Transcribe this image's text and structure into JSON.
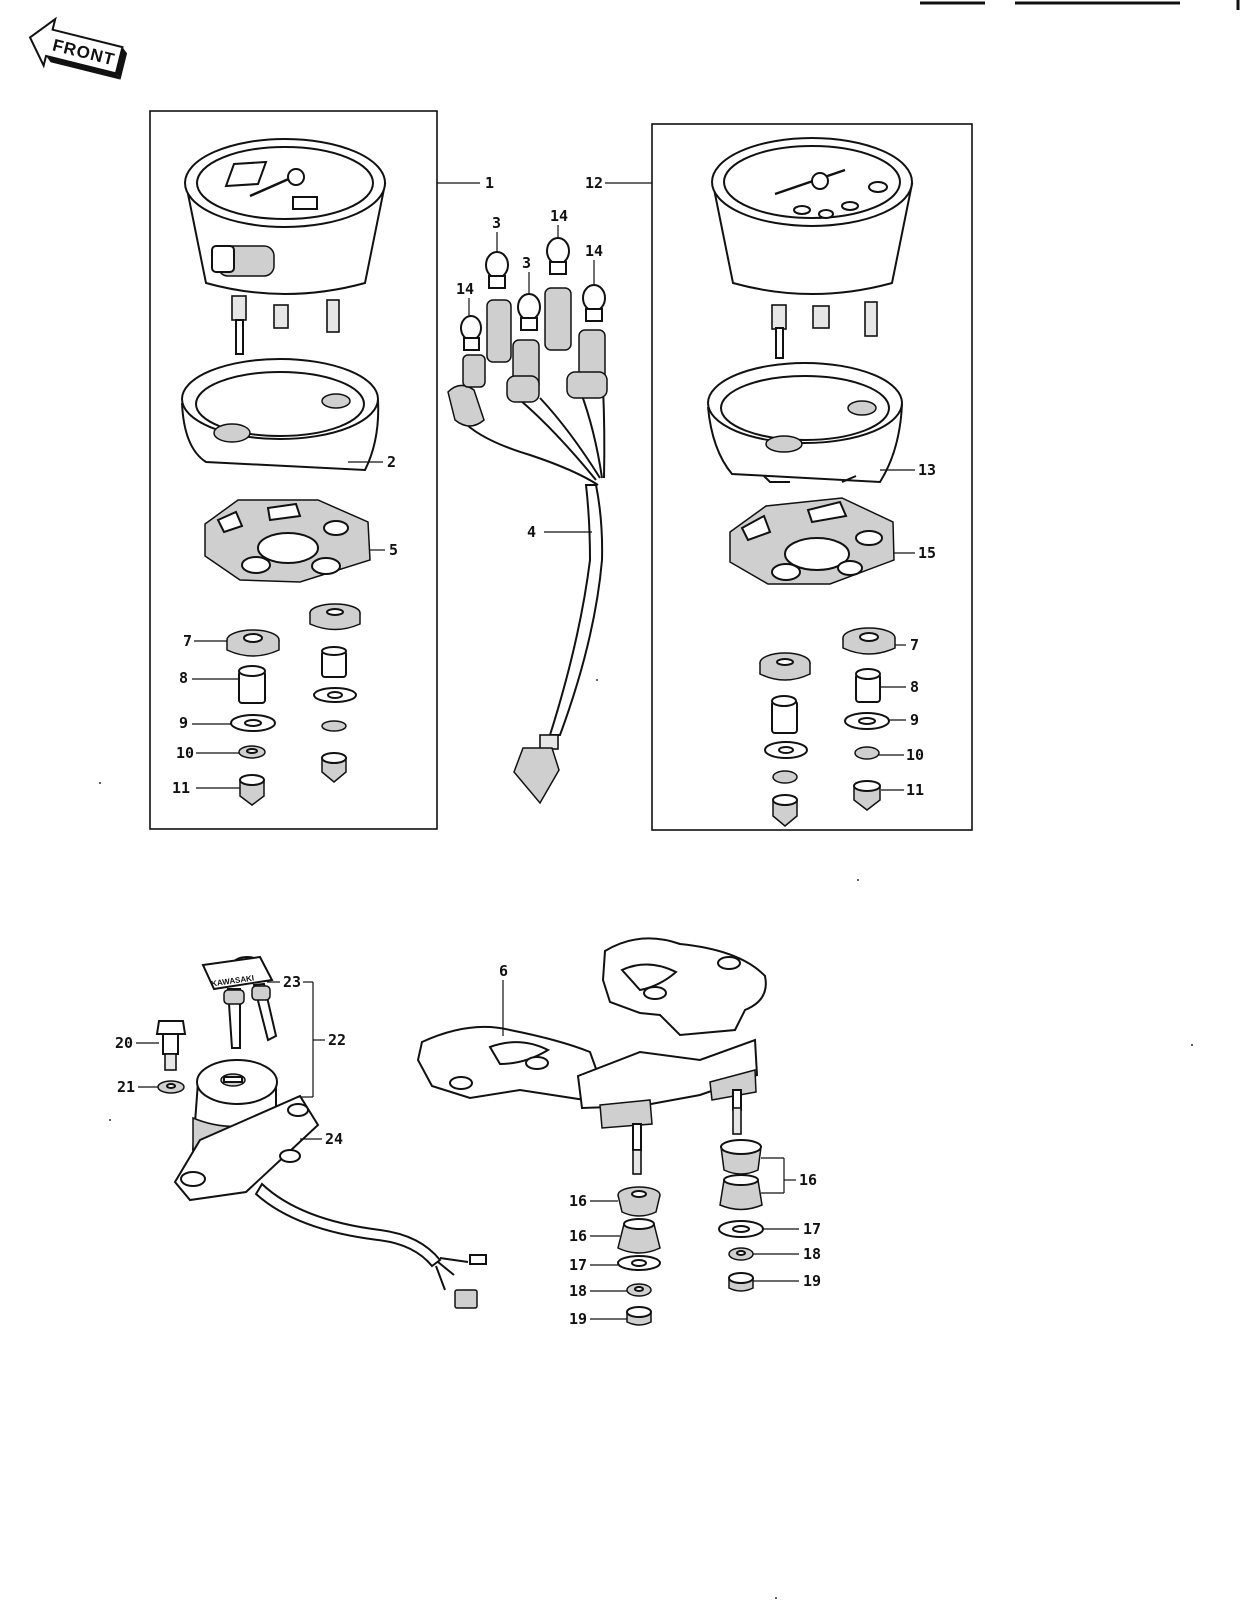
{
  "orientation": {
    "label": "FRONT"
  },
  "parts": {
    "p1": "1",
    "p2": "2",
    "p3a": "3",
    "p3b": "3",
    "p4": "4",
    "p5": "5",
    "p6": "6",
    "p7L": "7",
    "p8L": "8",
    "p9L": "9",
    "p10L": "10",
    "p11L": "11",
    "p12": "12",
    "p13": "13",
    "p14a": "14",
    "p14b": "14",
    "p14c": "14",
    "p15": "15",
    "p7R": "7",
    "p8R": "8",
    "p9R": "9",
    "p10R": "10",
    "p11R": "11",
    "p16a": "16",
    "p16b": "16",
    "p16c": "16",
    "p17a": "17",
    "p17b": "17",
    "p18a": "18",
    "p18b": "18",
    "p19a": "19",
    "p19b": "19",
    "p20": "20",
    "p21": "21",
    "p22": "22",
    "p23": "23",
    "p24": "24"
  },
  "key_tag_text": "KAWASAKI",
  "colors": {
    "ink": "#111111",
    "paper": "#ffffff",
    "shade": "#cfcfcf"
  }
}
